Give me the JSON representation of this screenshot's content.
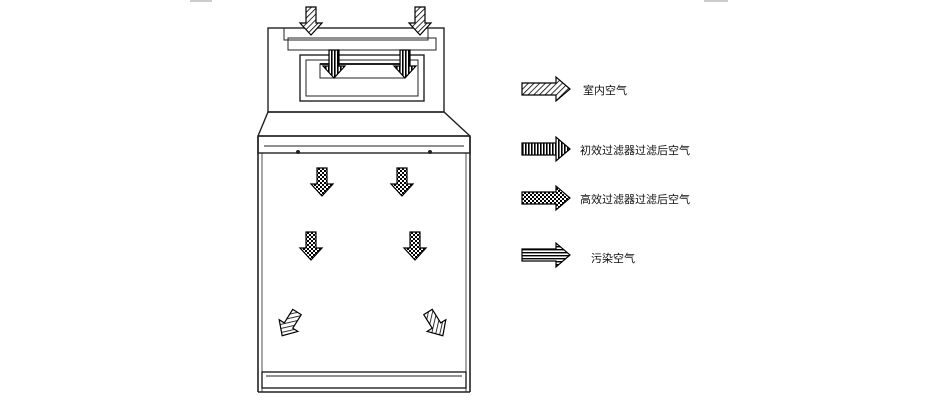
{
  "diagram": {
    "legend": [
      {
        "key": "room-air",
        "label": "室内空气"
      },
      {
        "key": "primary-filtered-air",
        "label": "初效过滤器过滤后空气"
      },
      {
        "key": "hepa-filtered-air",
        "label": "高效过滤器过滤后空气"
      },
      {
        "key": "contaminated-air",
        "label": "污染空气"
      }
    ]
  }
}
